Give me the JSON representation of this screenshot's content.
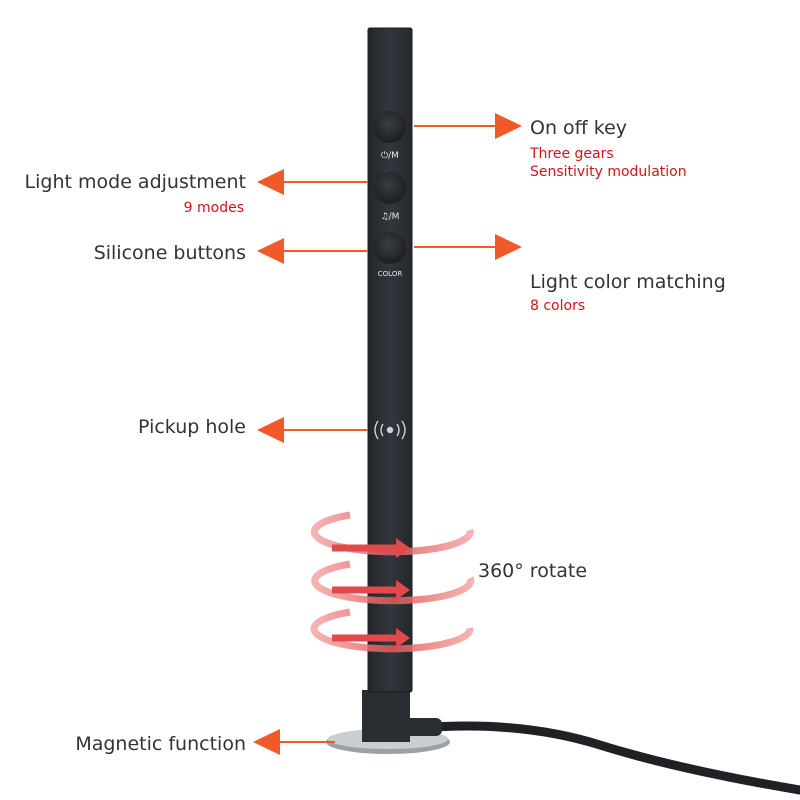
{
  "annotations": {
    "on_off_key": {
      "title": "On off key",
      "details": [
        "Three gears",
        "Sensitivity modulation"
      ]
    },
    "light_mode": {
      "title": "Light mode adjustment",
      "details": [
        "9 modes"
      ]
    },
    "silicone_buttons": {
      "title": "Silicone buttons"
    },
    "light_color": {
      "title": "Light color matching",
      "details": [
        "8 colors"
      ]
    },
    "pickup_hole": {
      "title": "Pickup hole"
    },
    "rotate": {
      "title": "360° rotate"
    },
    "magnetic": {
      "title": "Magnetic function"
    }
  },
  "device_buttons": {
    "power_label": "⏻/M",
    "music_label": "♫/M",
    "color_label": "COLOR"
  },
  "colors": {
    "arrow": "#f05a28",
    "rotate_arrow": "#e04a4a",
    "detail_text": "#d41414",
    "device_body": "#2b2e33"
  }
}
